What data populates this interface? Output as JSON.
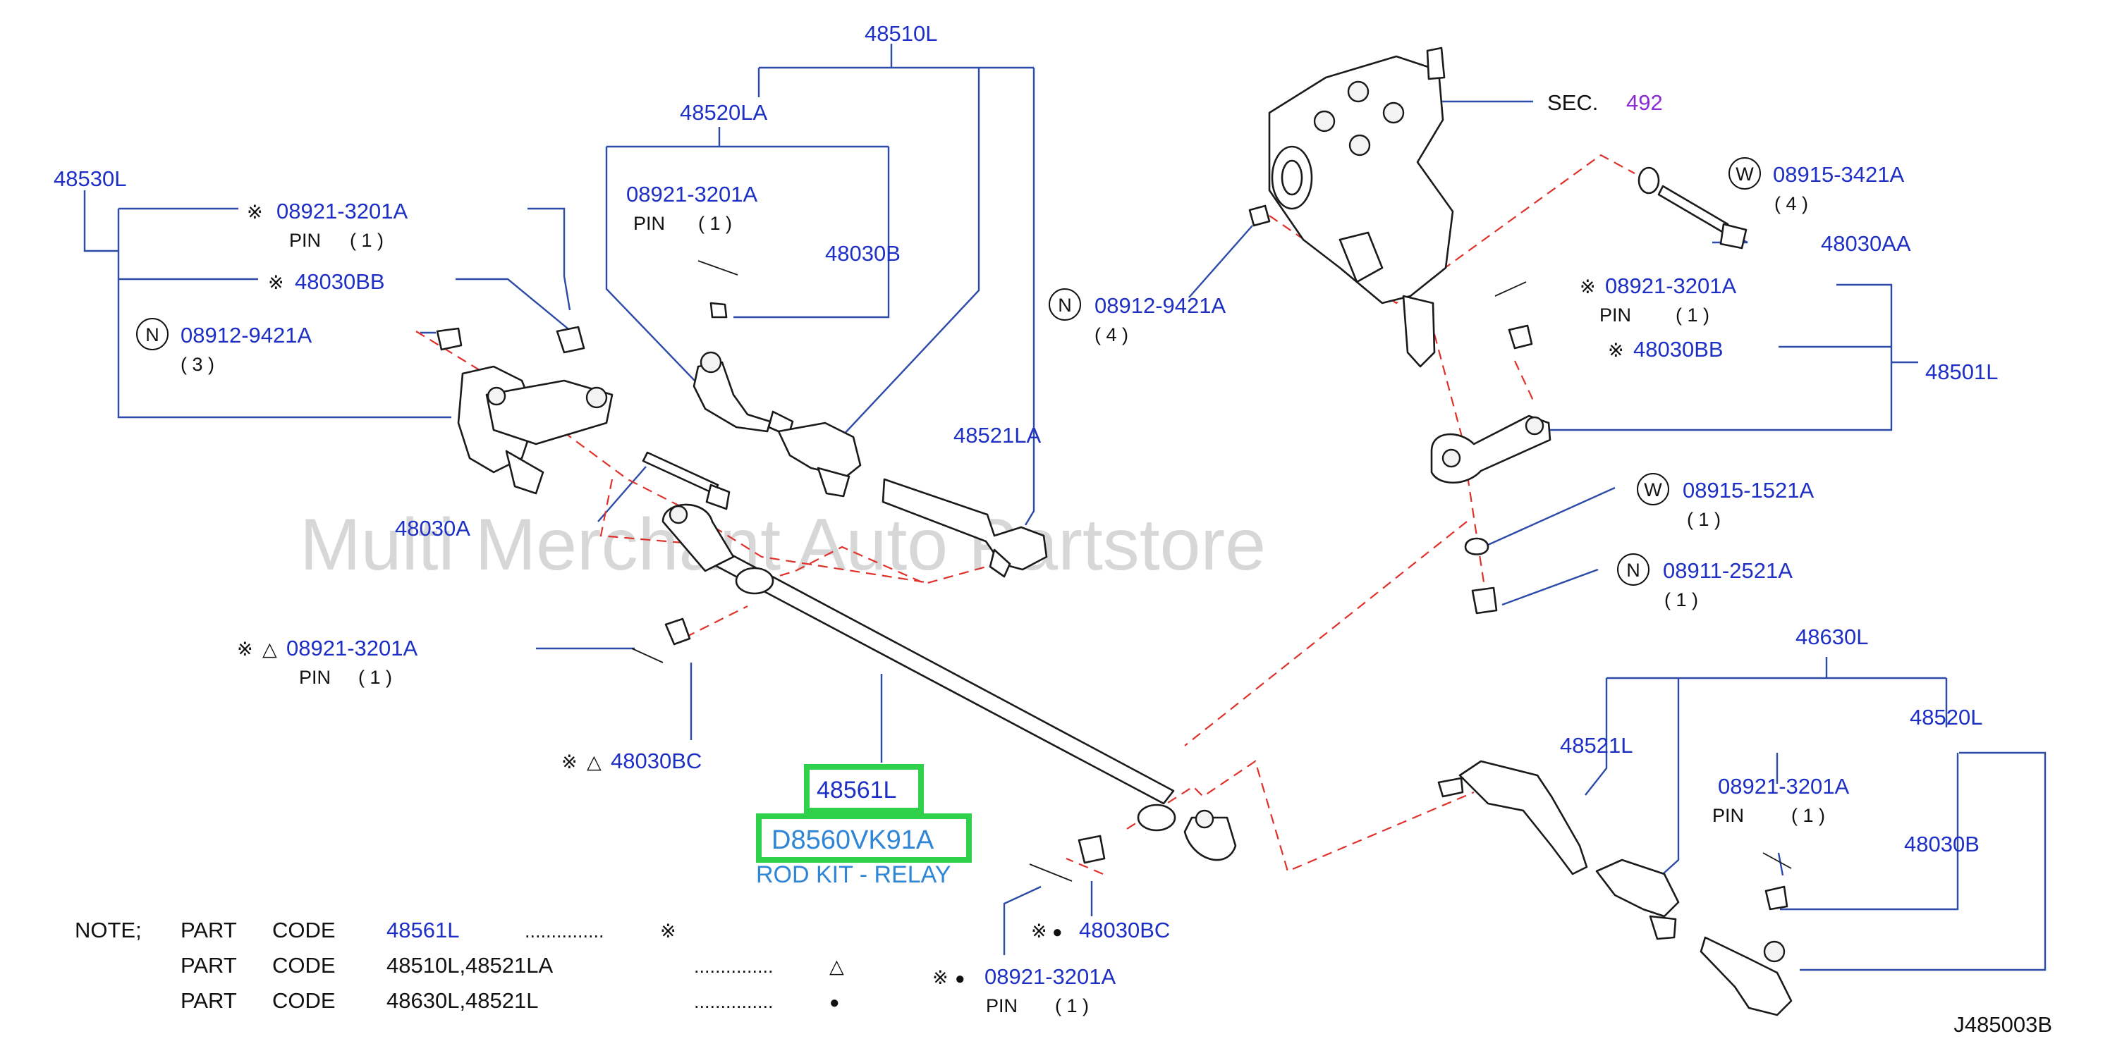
{
  "watermark": "Multi Merchant Auto Partstore",
  "diagram_code": "J485003B",
  "labels": {
    "l48510L": "48510L",
    "l48520LA": "48520LA",
    "l48530L": "48530L",
    "l08921_a": "08921-3201A",
    "pin_a": "PIN",
    "qty_a": "( 1 )",
    "l08921_b": "08921-3201A",
    "pin_b": "PIN",
    "qty_b": "( 1 )",
    "l48030B_a": "48030B",
    "l48030BB_a": "48030BB",
    "l08912_a": "08912-9421A",
    "qty_3": "( 3 )",
    "l48521LA": "48521LA",
    "l48030A": "48030A",
    "l08921_c": "08921-3201A",
    "pin_c": "PIN",
    "qty_c": "( 1 )",
    "l48030BC_a": "48030BC",
    "l48561L": "48561L",
    "l_kit": "D8560VK91A",
    "l_kitdesc": "ROD KIT - RELAY",
    "sec": "SEC.",
    "sec_num": "492",
    "l08915_a": "08915-3421A",
    "qty_4a": "( 4 )",
    "l48030AA": "48030AA",
    "l08912_b": "08912-9421A",
    "qty_4b": "( 4 )",
    "l08921_d": "08921-3201A",
    "pin_d": "PIN",
    "qty_d": "( 1 )",
    "l48030BB_b": "48030BB",
    "l48501L": "48501L",
    "l08915_b": "08915-1521A",
    "qty_e": "( 1 )",
    "l08911": "08911-2521A",
    "qty_f": "( 1 )",
    "l48630L": "48630L",
    "l48521L": "48521L",
    "l48520L": "48520L",
    "l08921_e": "08921-3201A",
    "pin_e": "PIN",
    "qty_g": "( 1 )",
    "l48030B_b": "48030B",
    "l48030BC_b": "48030BC",
    "l08921_f": "08921-3201A",
    "pin_f": "PIN",
    "qty_h": "( 1 )"
  },
  "markers": {
    "ref": "※",
    "tri": "△",
    "dot": "●",
    "N": "N",
    "W": "W"
  },
  "note": {
    "title": "NOTE;",
    "rows": [
      {
        "label": "PART",
        "code": "CODE",
        "value": "48561L",
        "dots": "...............",
        "symbol": "※"
      },
      {
        "label": "PART",
        "code": "CODE",
        "value": "48510L,48521LA",
        "dots": "...............",
        "symbol": "△"
      },
      {
        "label": "PART",
        "code": "CODE",
        "value": "48630L,48521L",
        "dots": "...............",
        "symbol": "●"
      }
    ]
  },
  "colors": {
    "label_blue": "#1d2fc4",
    "leader": "#2c4aa8",
    "dashed_red": "#e0302a",
    "highlight_green": "#2fd14a",
    "kit_blue": "#2f86d6",
    "sec_purple": "#8a2bd6"
  }
}
